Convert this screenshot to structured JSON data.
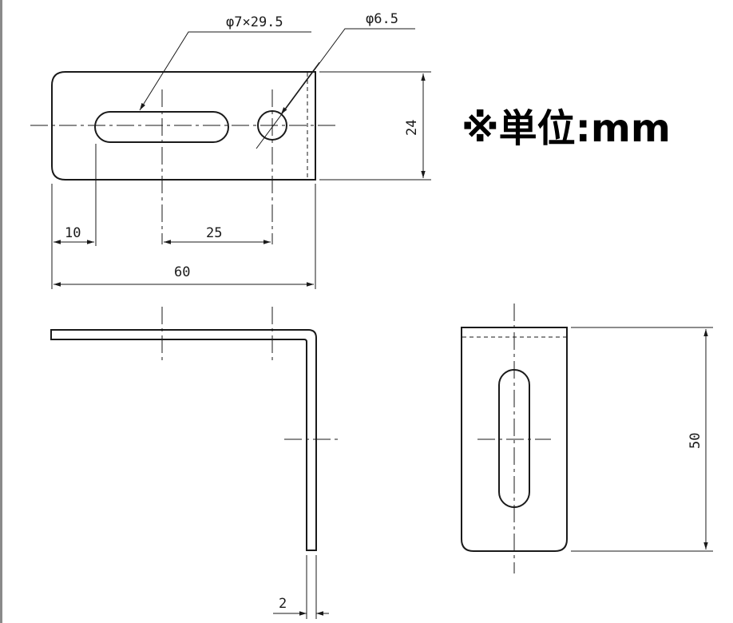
{
  "dimensions": {
    "slot": "φ7×29.5",
    "hole": "φ6.5",
    "height": "24",
    "offset": "10",
    "spacing": "25",
    "length": "60",
    "width": "50",
    "thickness": "2"
  },
  "unit_note": "※単位:mm"
}
